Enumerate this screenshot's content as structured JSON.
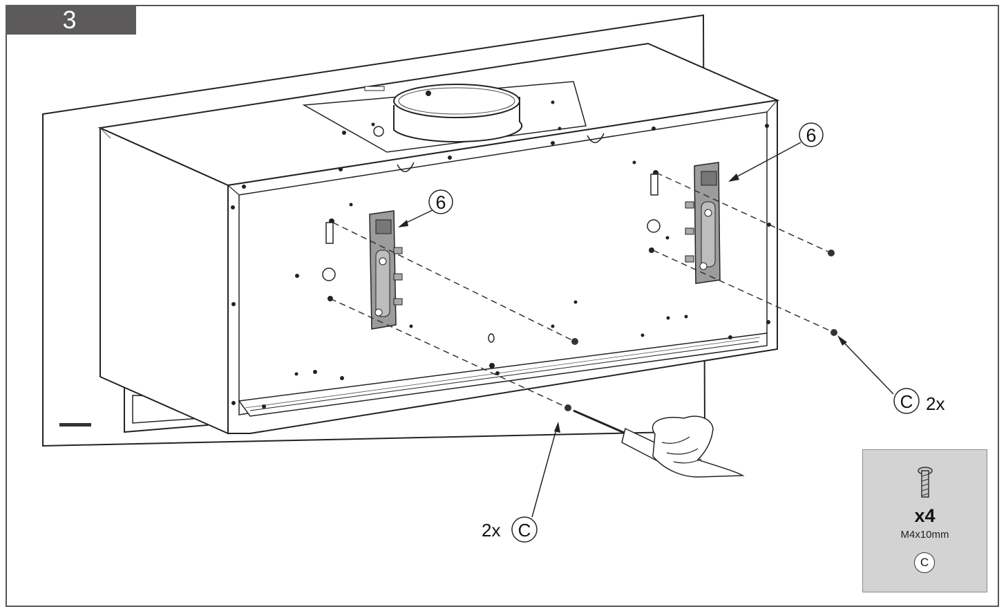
{
  "step": {
    "number": "3"
  },
  "callouts": {
    "bracket_left": "6",
    "bracket_right": "6",
    "screw_right_letter": "C",
    "screw_right_qty": "2x",
    "screw_bottom_qty": "2x",
    "screw_bottom_letter": "C"
  },
  "parts": {
    "count": "x4",
    "size": "M4x10mm",
    "letter": "C",
    "icon": "screw-icon"
  },
  "colors": {
    "tab_background": "#5c5a5b",
    "parts_background": "#d3d3d3",
    "line": "#222222"
  }
}
